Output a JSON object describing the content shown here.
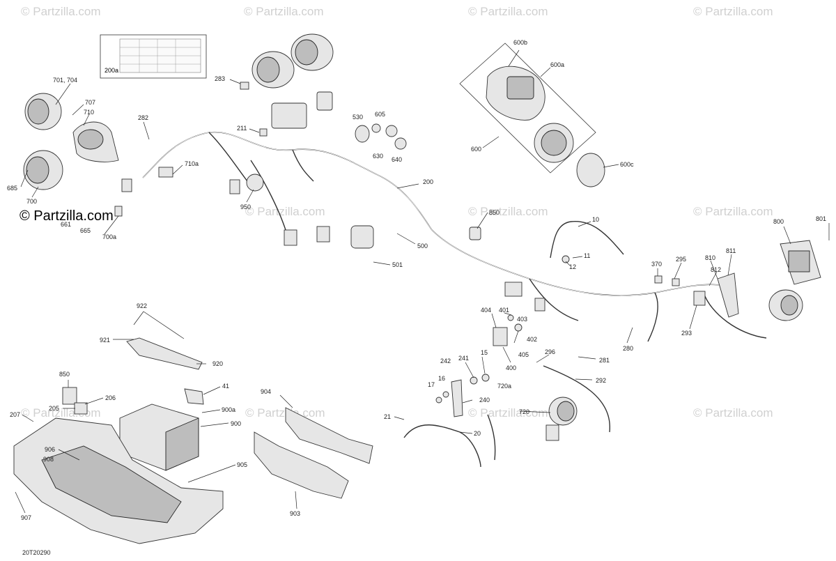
{
  "watermark": "© Partzilla.com",
  "logo_text": "© Partzilla.com",
  "document_id": "20T20290",
  "table_box_label": "200a",
  "callouts": [
    {
      "id": "c-701-704",
      "text": "701, 704"
    },
    {
      "id": "c-707",
      "text": "707"
    },
    {
      "id": "c-710",
      "text": "710"
    },
    {
      "id": "c-282",
      "text": "282"
    },
    {
      "id": "c-710a",
      "text": "710a"
    },
    {
      "id": "c-685",
      "text": "685"
    },
    {
      "id": "c-700",
      "text": "700"
    },
    {
      "id": "c-661",
      "text": "661"
    },
    {
      "id": "c-665",
      "text": "665"
    },
    {
      "id": "c-700a",
      "text": "700a"
    },
    {
      "id": "c-283",
      "text": "283"
    },
    {
      "id": "c-211",
      "text": "211"
    },
    {
      "id": "c-950",
      "text": "950"
    },
    {
      "id": "c-530",
      "text": "530"
    },
    {
      "id": "c-605",
      "text": "605"
    },
    {
      "id": "c-630",
      "text": "630"
    },
    {
      "id": "c-640",
      "text": "640"
    },
    {
      "id": "c-200",
      "text": "200"
    },
    {
      "id": "c-500",
      "text": "500"
    },
    {
      "id": "c-501",
      "text": "501"
    },
    {
      "id": "c-850a",
      "text": "850"
    },
    {
      "id": "c-600b",
      "text": "600b"
    },
    {
      "id": "c-600a",
      "text": "600a"
    },
    {
      "id": "c-600",
      "text": "600"
    },
    {
      "id": "c-600c",
      "text": "600c"
    },
    {
      "id": "c-10",
      "text": "10"
    },
    {
      "id": "c-11",
      "text": "11"
    },
    {
      "id": "c-12",
      "text": "12"
    },
    {
      "id": "c-800",
      "text": "800"
    },
    {
      "id": "c-801",
      "text": "801"
    },
    {
      "id": "c-370",
      "text": "370"
    },
    {
      "id": "c-295",
      "text": "295"
    },
    {
      "id": "c-810",
      "text": "810"
    },
    {
      "id": "c-811",
      "text": "811"
    },
    {
      "id": "c-812",
      "text": "812"
    },
    {
      "id": "c-293",
      "text": "293"
    },
    {
      "id": "c-404",
      "text": "404"
    },
    {
      "id": "c-401",
      "text": "401"
    },
    {
      "id": "c-403",
      "text": "403"
    },
    {
      "id": "c-402",
      "text": "402"
    },
    {
      "id": "c-405",
      "text": "405"
    },
    {
      "id": "c-400",
      "text": "400"
    },
    {
      "id": "c-280",
      "text": "280"
    },
    {
      "id": "c-281",
      "text": "281"
    },
    {
      "id": "c-296",
      "text": "296"
    },
    {
      "id": "c-292",
      "text": "292"
    },
    {
      "id": "c-242",
      "text": "242"
    },
    {
      "id": "c-241",
      "text": "241"
    },
    {
      "id": "c-15",
      "text": "15"
    },
    {
      "id": "c-17",
      "text": "17"
    },
    {
      "id": "c-16",
      "text": "16"
    },
    {
      "id": "c-240",
      "text": "240"
    },
    {
      "id": "c-720a",
      "text": "720a"
    },
    {
      "id": "c-720",
      "text": "720"
    },
    {
      "id": "c-21",
      "text": "21"
    },
    {
      "id": "c-20",
      "text": "20"
    },
    {
      "id": "c-922",
      "text": "922"
    },
    {
      "id": "c-921",
      "text": "921"
    },
    {
      "id": "c-920",
      "text": "920"
    },
    {
      "id": "c-41",
      "text": "41"
    },
    {
      "id": "c-850b",
      "text": "850"
    },
    {
      "id": "c-205",
      "text": "205"
    },
    {
      "id": "c-206",
      "text": "206"
    },
    {
      "id": "c-207",
      "text": "207"
    },
    {
      "id": "c-900a",
      "text": "900a"
    },
    {
      "id": "c-900",
      "text": "900"
    },
    {
      "id": "c-904",
      "text": "904"
    },
    {
      "id": "c-906",
      "text": "906"
    },
    {
      "id": "c-908",
      "text": "908"
    },
    {
      "id": "c-905",
      "text": "905"
    },
    {
      "id": "c-907",
      "text": "907"
    },
    {
      "id": "c-903",
      "text": "903"
    }
  ]
}
